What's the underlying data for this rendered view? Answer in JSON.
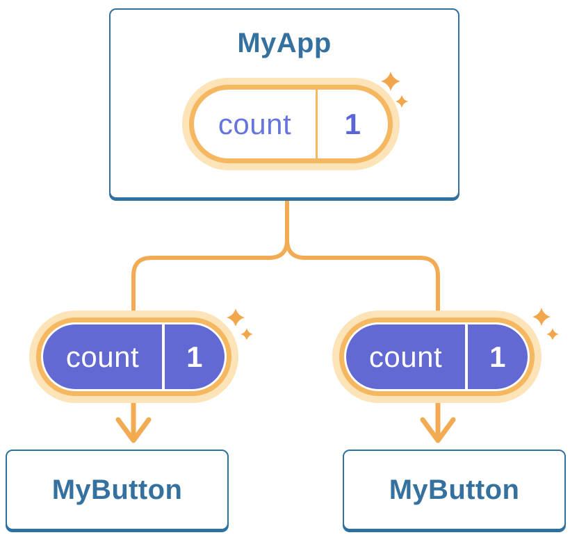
{
  "root_card": {
    "title": "MyApp",
    "state_pill": {
      "label": "count",
      "value": "1"
    }
  },
  "child_cards": [
    {
      "title": "MyButton",
      "state_pill": {
        "label": "count",
        "value": "1"
      }
    },
    {
      "title": "MyButton",
      "state_pill": {
        "label": "count",
        "value": "1"
      }
    }
  ],
  "colors": {
    "card_border_blue": "#2E70A0",
    "card_text_blue": "#35719F",
    "pill_fill_purple": "#6269D3",
    "pill_text_purple": "#6674DC",
    "pill_value_purple": "#5A66D8",
    "pill_border_orange": "#F5B75F",
    "pill_glow_peach": "#FCE3B8",
    "connector_orange": "#F2AB53",
    "sparkle_orange": "#F2A64C",
    "background": "#FFFFFF"
  }
}
